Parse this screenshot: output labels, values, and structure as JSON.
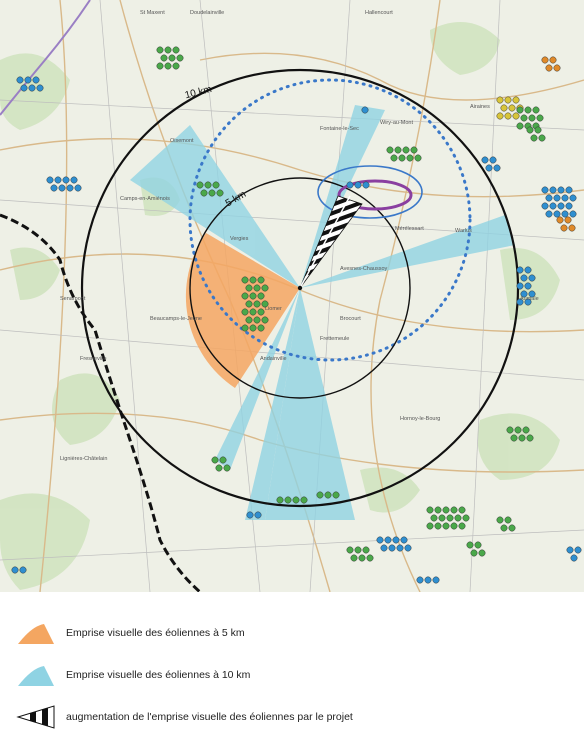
{
  "map": {
    "place_labels": [
      "St Maxent",
      "Doudelainville",
      "Hallencourt",
      "Airaines",
      "Oisemont",
      "Fontaine-le-Sec",
      "Wiry-au-Mont",
      "Mérélessart",
      "Warlus",
      "Senarpont",
      "Fresneville",
      "Beaucamps-le-Jeune",
      "Hornoy-le-Bourg",
      "Lignières-Châtelain",
      "Aumale",
      "Liomer",
      "Brocourt",
      "Camps-en-Amiénois",
      "Vergies",
      "Frettemeule",
      "Andainville",
      "Avesnes-Chaussoy"
    ],
    "ring_labels": {
      "r10": "10 km",
      "r5": "5 km"
    },
    "colors": {
      "orange_zone": "#f4a661",
      "blue_zone": "#8fd3e3",
      "dotted_circle": "#3a78c9",
      "ring": "#111111",
      "turbine_green": "#4aa84a",
      "turbine_blue": "#2f8fd0",
      "turbine_yellow": "#d8c53a",
      "turbine_orange": "#e08a2a",
      "project_purple": "#8a3fa0"
    }
  },
  "legend": {
    "items": [
      {
        "label": "Emprise visuelle des éoliennes à 5 km",
        "color": "#f4a661",
        "icon": "orange-sector-icon"
      },
      {
        "label": "Emprise visuelle des éoliennes à 10 km",
        "color": "#8fd3e3",
        "icon": "blue-sector-icon"
      },
      {
        "label": "augmentation de l'emprise visuelle des éoliennes par le projet",
        "color": "#111111",
        "icon": "striped-sector-icon"
      }
    ]
  }
}
